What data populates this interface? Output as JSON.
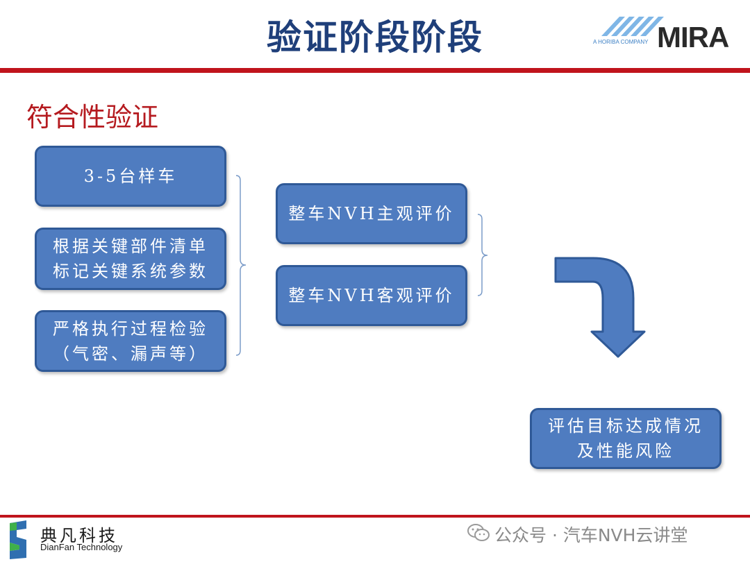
{
  "slide": {
    "title": "验证阶段阶段",
    "section_title": "符合性验证"
  },
  "logo": {
    "brand": "MIRA",
    "tagline": "A HORIBA COMPANY"
  },
  "column1": [
    "3-5台样车",
    "根据关键部件清单\n标记关键系统参数",
    "严格执行过程检验\n（气密、漏声等）"
  ],
  "column2": [
    "整车NVH主观评价",
    "整车NVH客观评价"
  ],
  "result": "评估目标达成情况\n及性能风险",
  "footer": {
    "company_cn": "典凡科技",
    "company_en": "DianFan Technology",
    "watermark": "公众号 · 汽车NVH云讲堂"
  },
  "colors": {
    "accent_red": "#c0141c",
    "box_fill": "#4f7cc0",
    "box_border": "#2f5997",
    "title_blue": "#1f3f7a"
  },
  "icons": [
    "mira-logo",
    "dianfan-logo-icon",
    "wechat-icon",
    "down-turn-arrow"
  ]
}
